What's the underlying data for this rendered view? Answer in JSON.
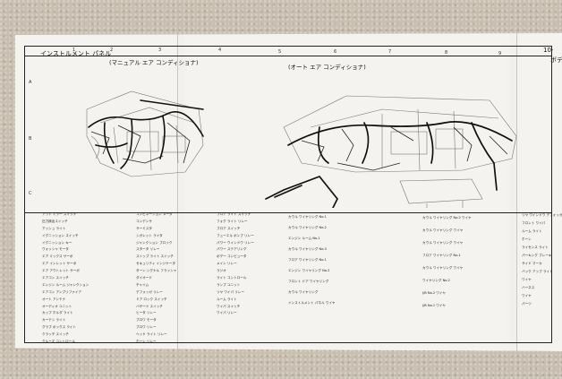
{
  "document": {
    "title": "インストルメント パネル",
    "diagrams": [
      {
        "label": "(マニュアル エア コンディショナ)"
      },
      {
        "label": "(オート エア コンディショナ)"
      }
    ],
    "edge_label": "10-",
    "edge_label_2": "ボデ",
    "grid_numbers": [
      "1",
      "2",
      "3",
      "4",
      "5",
      "6",
      "7",
      "8",
      "9"
    ],
    "row_letters": [
      "A",
      "B",
      "C"
    ],
    "legend_col1": [
      "アウト ミラー スイッチ",
      "圧力検出スイッチ",
      "アッシュ ライト",
      "イグニッション スイッチ",
      "イグニッション キー",
      "ウォッシャ モータ",
      "エア ミックス サーボ",
      "エア インレット サーボ",
      "エア アウトレット サーボ",
      "エアコン スイッチ",
      "エンジン ルーム ジャンクション",
      "エアコン アンプリファイア",
      "オート アンテナ",
      "オーディオ ユニット",
      "カップ ホルダ ライト",
      "カーテシ ライト",
      "グラブ ボックス ライト",
      "クラッチ スイッチ",
      "クルーズ コントロール"
    ],
    "legend_col2": [
      "コンビネーション メータ",
      "コンデンサ",
      "サーミスタ",
      "シガレット ライタ",
      "ジャンクション ブロック",
      "スタータ リレー",
      "ストップ ライト スイッチ",
      "セキュリティ インジケータ",
      "ターン シグナル フラッシャ",
      "ダイオード",
      "チャイム",
      "デフォッガ リレー",
      "ドア ロック スイッチ",
      "ハザード スイッチ",
      "ヒータ リレー",
      "ブロワ モータ",
      "ブロワ リレー",
      "ヘッド ライト リレー",
      "ホーン リレー"
    ],
    "legend_col3": [
      "フロア ライト スイッチ",
      "フォグ ライト リレー",
      "ブロア スイッチ",
      "フューエル ポンプ リレー",
      "パワー ウインドウ リレー",
      "パワー ステアリング",
      "ボデー コンピュータ",
      "メイン リレー",
      "ラジオ",
      "ライト コントロール",
      "ランプ ユニット",
      "リヤ ワイパ リレー",
      "ルーム ライト",
      "ワイパ スイッチ",
      "ワイパ リレー"
    ],
    "legend_col4": [
      "カウル ワイヤリング No.1",
      "カウル ワイヤリング No.2",
      "エンジン ルーム No.1",
      "カウル ワイヤリング No.3",
      "フロア ワイヤリング No.1",
      "エンジン ワイヤリング No.2",
      "フロント ドア ワイヤリング",
      "カウル ワイヤリング",
      "インストルメント パネル ワイヤ"
    ],
    "legend_col5": [
      "カウル ワイヤリング No.2 ワイヤ",
      "カウル ワイヤリング ワイヤ",
      "カウル ワイヤリング ワイヤ",
      "フロア ワイヤリング No.1",
      "カウル ワイヤリング ワイヤ",
      "ワイヤリング No.2",
      "J/B No.2 ワイヤ",
      "J/B No.1 ワイヤ"
    ],
    "legend_col6": [
      "リヤ ウインドウ デフォッガ",
      "フロント ワイパ",
      "ルーム ライト",
      "ホーン",
      "ライセンス ライト",
      "パーキング ブレーキ",
      "サイド マーカ",
      "バック アップ ライト",
      "ワイヤ",
      "ハーネス",
      "ワイヤ",
      "パーツ"
    ]
  }
}
